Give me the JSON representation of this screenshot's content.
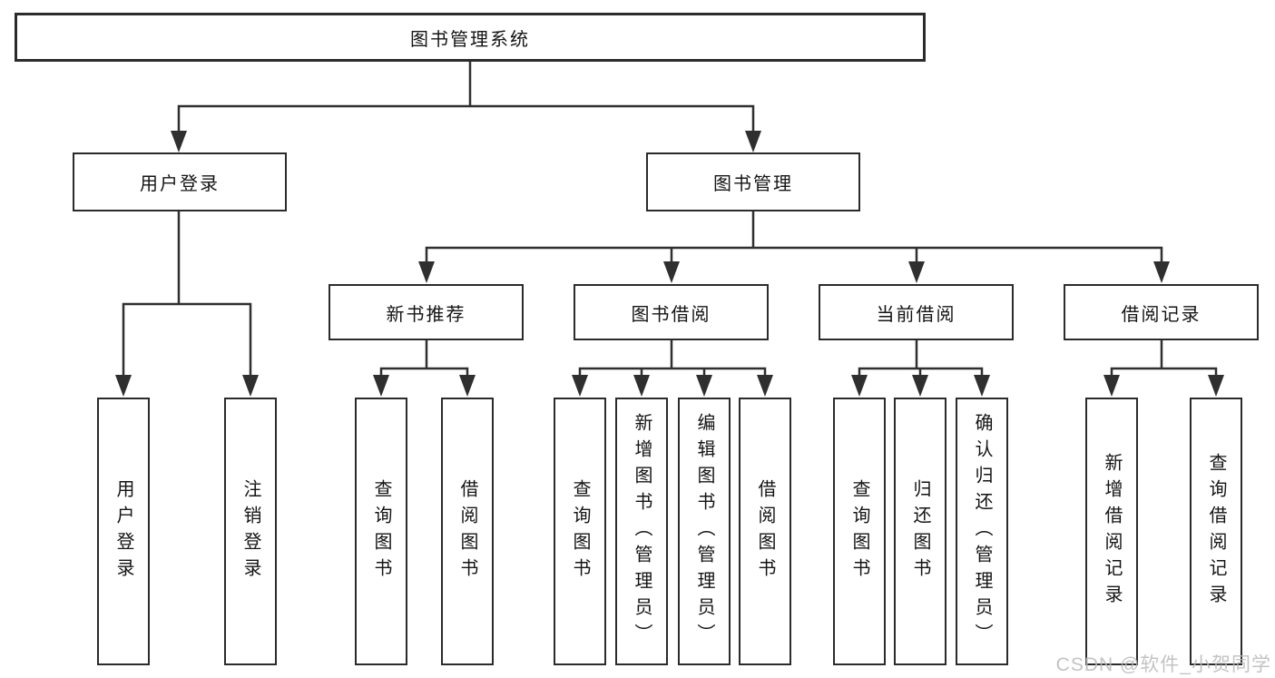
{
  "diagram_title": "图书管理系统",
  "tree": {
    "root": {
      "label": "图书管理系统"
    },
    "level2": [
      {
        "label": "用户登录"
      },
      {
        "label": "图书管理"
      }
    ],
    "level3": [
      {
        "label": "新书推荐"
      },
      {
        "label": "图书借阅"
      },
      {
        "label": "当前借阅"
      },
      {
        "label": "借阅记录"
      }
    ],
    "leaves": {
      "user_login": [
        {
          "label": "用户登录"
        },
        {
          "label": "注销登录"
        }
      ],
      "new_book": [
        {
          "label": "查询图书"
        },
        {
          "label": "借阅图书"
        }
      ],
      "book_borrow": [
        {
          "label": "查询图书"
        },
        {
          "label": "新增图书（管理员）"
        },
        {
          "label": "编辑图书（管理员）"
        },
        {
          "label": "借阅图书"
        }
      ],
      "current_borrow": [
        {
          "label": "查询图书"
        },
        {
          "label": "归还图书"
        },
        {
          "label": "确认归还（管理员）"
        }
      ],
      "borrow_record": [
        {
          "label": "新增借阅记录"
        },
        {
          "label": "查询借阅记录"
        }
      ]
    }
  },
  "watermark": "CSDN @软件_小贺同学",
  "colors": {
    "line": "#2f2f2f",
    "box_border": "#2b2b2b",
    "box_fill": "#ffffff",
    "text": "#141414",
    "watermark": "#b9b9b9"
  }
}
